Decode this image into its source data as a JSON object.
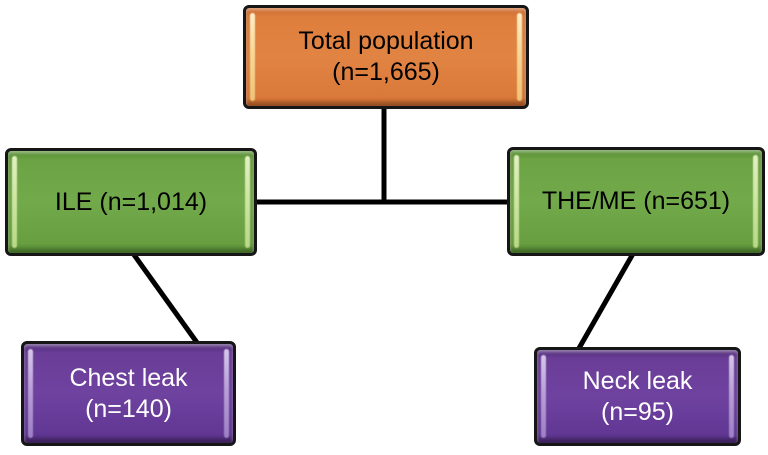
{
  "background_color": "#ffffff",
  "diagram": {
    "type": "flowchart",
    "connector_color": "#000000",
    "nodes": {
      "total": {
        "line1": "Total population",
        "line2": "(n=1,665)",
        "fill": "#DE7E3D",
        "text_color": "#000000"
      },
      "ile": {
        "line1": "ILE (n=1,014)",
        "fill": "#6CA344",
        "text_color": "#000000"
      },
      "theme": {
        "line1": "THE/ME (n=651)",
        "fill": "#6CA344",
        "text_color": "#000000"
      },
      "chest": {
        "line1": "Chest leak",
        "line2": "(n=140)",
        "fill": "#6A3D97",
        "text_color": "#FFFFFF"
      },
      "neck": {
        "line1": "Neck leak",
        "line2": "(n=95)",
        "fill": "#6A3D97",
        "text_color": "#FFFFFF"
      }
    },
    "edges": [
      {
        "from": "total",
        "to": "ile"
      },
      {
        "from": "total",
        "to": "theme"
      },
      {
        "from": "ile",
        "to": "chest"
      },
      {
        "from": "theme",
        "to": "neck"
      }
    ]
  }
}
